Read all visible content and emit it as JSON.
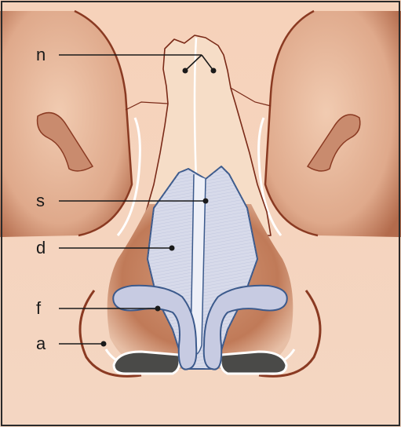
{
  "labels": {
    "n": "n",
    "s": "s",
    "d": "d",
    "f": "f",
    "a": "a"
  },
  "colors": {
    "skin_light": "#f7d9c2",
    "skin_mid": "#e9b99a",
    "skin_dark": "#b0674a",
    "outline": "#8a3a22",
    "bone": "#f6ddc7",
    "bone_line": "#7a2a18",
    "cartilage": "#d7daea",
    "cartilage_line": "#3c5a8c",
    "nostril": "#4a4a48",
    "frame": "#2a2a2a"
  }
}
